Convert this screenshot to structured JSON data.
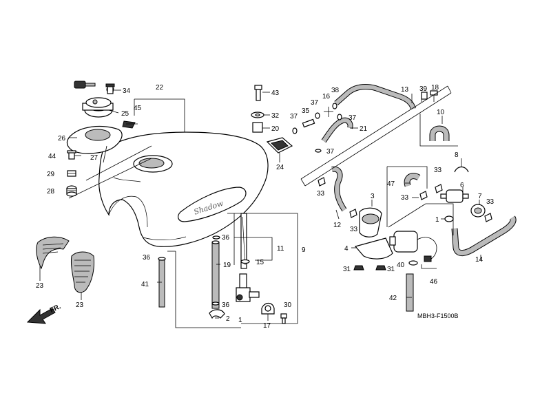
{
  "diagram": {
    "code": "MBH3-F1500B",
    "direction_label": "FR.",
    "callouts": {
      "c1a": "1",
      "c1b": "1",
      "c2": "2",
      "c3": "3",
      "c4": "4",
      "c6": "6",
      "c7": "7",
      "c8": "8",
      "c9": "9",
      "c10": "10",
      "c11": "11",
      "c12": "12",
      "c13": "13",
      "c14": "14",
      "c15": "15",
      "c16": "16",
      "c17": "17",
      "c18": "18",
      "c19": "19",
      "c20": "20",
      "c21": "21",
      "c22": "22",
      "c23a": "23",
      "c23b": "23",
      "c24": "24",
      "c25": "25",
      "c26": "26",
      "c27": "27",
      "c28": "28",
      "c29": "29",
      "c30": "30",
      "c31a": "31",
      "c31b": "31",
      "c32": "32",
      "c33a": "33",
      "c33b": "33",
      "c33c": "33",
      "c33d": "33",
      "c33e": "33",
      "c34": "34",
      "c35": "35",
      "c36a": "36",
      "c36b": "36",
      "c36c": "36",
      "c37a": "37",
      "c37b": "37",
      "c37c": "37",
      "c37d": "37",
      "c38": "38",
      "c39": "39",
      "c40": "40",
      "c41": "41",
      "c42": "42",
      "c43": "43",
      "c44": "44",
      "c45": "45",
      "c46": "46",
      "c47": "47"
    }
  }
}
